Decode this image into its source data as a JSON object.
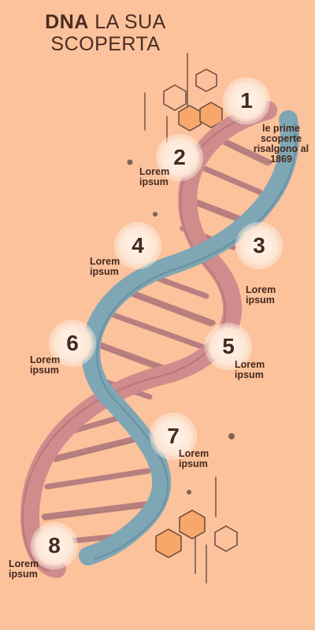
{
  "title": {
    "bold": "DNA",
    "rest": "LA SUA",
    "line2": "SCOPERTA"
  },
  "steps": [
    {
      "number": "1",
      "text": "le prime scoperte risalgono al 1869"
    },
    {
      "number": "2",
      "text": "Lorem ipsum"
    },
    {
      "number": "3",
      "text": "Lorem ipsum"
    },
    {
      "number": "4",
      "text": "Lorem ipsum"
    },
    {
      "number": "5",
      "text": "Lorem ipsum"
    },
    {
      "number": "6",
      "text": "Lorem ipsum"
    },
    {
      "number": "7",
      "text": "Lorem ipsum"
    },
    {
      "number": "8",
      "text": "Lorem ipsum"
    }
  ],
  "colors": {
    "background": "#fbc29c",
    "text": "#45291f",
    "strand_blue": "#7fa6b4",
    "strand_red": "#d08c8c",
    "hexagon": "#f7a76a"
  }
}
